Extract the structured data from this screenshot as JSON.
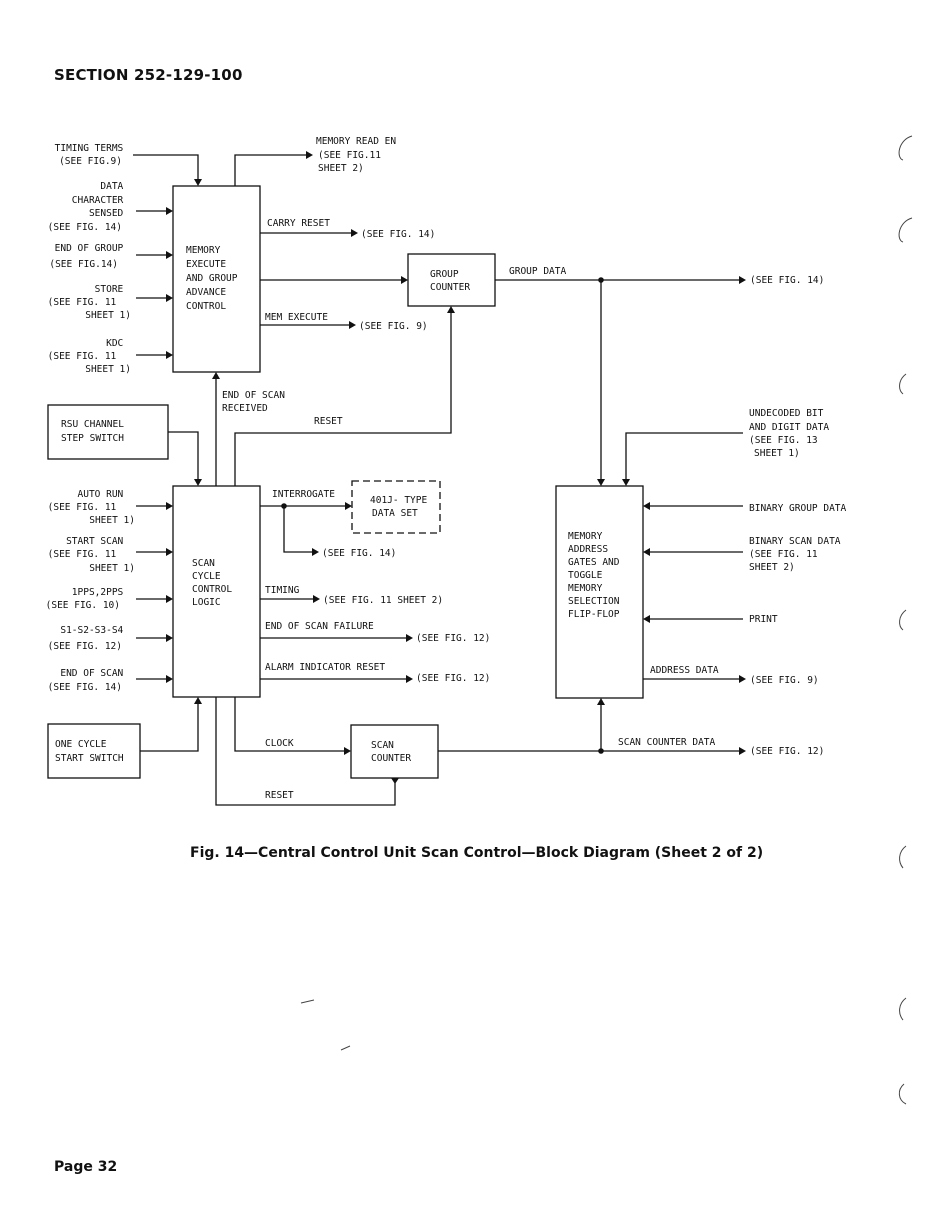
{
  "header": {
    "section": "SECTION 252-129-100"
  },
  "caption": "Fig. 14—Central Control Unit Scan Control—Block Diagram (Sheet 2 of 2)",
  "footer": {
    "page": "Page 32"
  },
  "blocks": {
    "memory_execute": [
      "MEMORY",
      "EXECUTE",
      "AND GROUP",
      "ADVANCE",
      "CONTROL"
    ],
    "group_counter": [
      "GROUP",
      "COUNTER"
    ],
    "rsu_switch": [
      "RSU CHANNEL",
      "STEP SWITCH"
    ],
    "scan_cycle": [
      "SCAN",
      "CYCLE",
      "CONTROL",
      "LOGIC"
    ],
    "data_set": [
      "401J- TYPE",
      "DATA SET"
    ],
    "memory_address": [
      "MEMORY",
      "ADDRESS",
      "GATES AND",
      "TOGGLE",
      "MEMORY",
      "SELECTION",
      "FLIP-FLOP"
    ],
    "one_cycle": [
      "ONE CYCLE",
      "START SWITCH"
    ],
    "scan_counter": [
      "SCAN",
      "COUNTER"
    ]
  },
  "labels": {
    "timing_terms": [
      "TIMING TERMS",
      "(SEE FIG.9)"
    ],
    "data_char": [
      "DATA",
      "CHARACTER",
      "SENSED",
      "(SEE FIG. 14)"
    ],
    "end_of_group": [
      "END OF GROUP",
      "(SEE FIG.14)"
    ],
    "store": [
      "STORE",
      "(SEE FIG. 11",
      "SHEET 1)"
    ],
    "kdc": [
      "KDC",
      "(SEE FIG. 11",
      "SHEET 1)"
    ],
    "mem_read_en": [
      "MEMORY READ EN",
      "(SEE FIG.11",
      "SHEET 2)"
    ],
    "carry_reset": "CARRY RESET",
    "see_fig14_a": "(SEE FIG. 14)",
    "mem_execute": "MEM EXECUTE",
    "see_fig9_a": "(SEE FIG. 9)",
    "group_data": "GROUP DATA",
    "see_fig14_b": "(SEE FIG. 14)",
    "end_of_scan_received": [
      "END OF SCAN",
      "RECEIVED"
    ],
    "reset_top": "RESET",
    "undecoded": [
      "UNDECODED BIT",
      "AND DIGIT DATA",
      "(SEE FIG. 13",
      "SHEET 1)"
    ],
    "auto_run": [
      "AUTO RUN",
      "(SEE FIG. 11",
      "SHEET 1)"
    ],
    "start_scan": [
      "START SCAN",
      "(SEE FIG. 11",
      "SHEET 1)"
    ],
    "ipps": [
      "1PPS,2PPS",
      "(SEE FIG. 10)"
    ],
    "s1s4": [
      "S1-S2-S3-S4",
      "(SEE FIG. 12)"
    ],
    "end_of_scan": [
      "END OF SCAN",
      "(SEE FIG. 14)"
    ],
    "interrogate": "INTERROGATE",
    "see_fig14_c": "(SEE FIG. 14)",
    "timing": "TIMING",
    "see_fig11_sheet2": "(SEE FIG. 11 SHEET 2)",
    "end_scan_failure": "END OF SCAN FAILURE",
    "see_fig12_a": "(SEE FIG. 12)",
    "alarm_reset": "ALARM INDICATOR RESET",
    "see_fig12_b": "(SEE FIG. 12)",
    "binary_group": "BINARY GROUP DATA",
    "binary_scan": [
      "BINARY SCAN DATA",
      "(SEE FIG. 11",
      "SHEET 2)"
    ],
    "print": "PRINT",
    "address_data": "ADDRESS DATA",
    "see_fig9_b": "(SEE FIG. 9)",
    "clock": "CLOCK",
    "scan_counter_data": "SCAN COUNTER DATA",
    "see_fig12_c": "(SEE FIG. 12)",
    "reset_bottom": "RESET"
  }
}
